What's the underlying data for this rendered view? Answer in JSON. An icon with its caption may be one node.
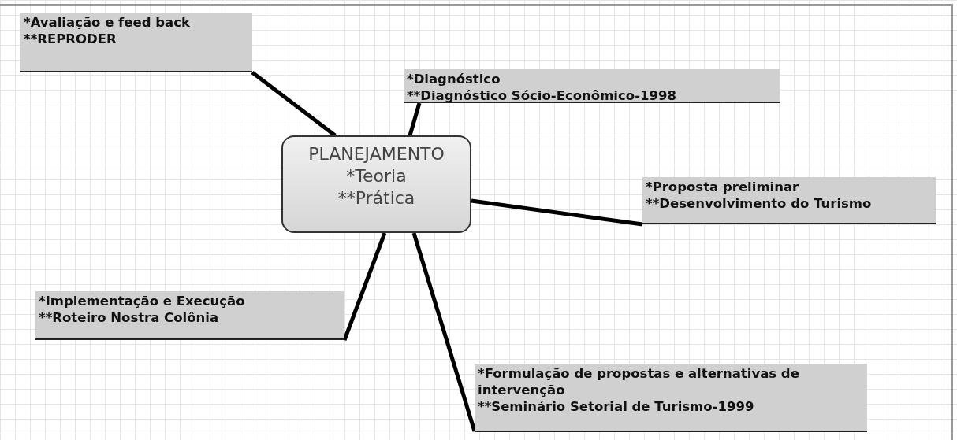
{
  "diagram": {
    "nodes": [
      {
        "text": [
          "PLANEJAMENTO",
          "*Teoria",
          "**Prática"
        ]
      },
      {
        "text": [
          "*Avaliação e feed back",
          "**REPRODER"
        ]
      },
      {
        "text": [
          "*Diagnóstico",
          "**Diagnóstico Sócio-Econômico-1998"
        ]
      },
      {
        "text": [
          "*Proposta preliminar",
          "**Desenvolvimento do Turismo"
        ]
      },
      {
        "text": [
          "*Implementação e Execução",
          "**Roteiro Nostra Colônia"
        ]
      },
      {
        "text": [
          "*Formulação de propostas e alternativas de intervenção",
          "**Seminário Setorial de Turismo-1999"
        ]
      }
    ],
    "edges": [
      {
        "from": 0,
        "to": 1,
        "arrow": "none"
      },
      {
        "from": 0,
        "to": 2,
        "arrow": "none"
      },
      {
        "from": 0,
        "to": 3,
        "arrow": "none"
      },
      {
        "from": 0,
        "to": 4,
        "arrow": "none"
      },
      {
        "from": 0,
        "to": 5,
        "arrow": "none"
      }
    ]
  }
}
